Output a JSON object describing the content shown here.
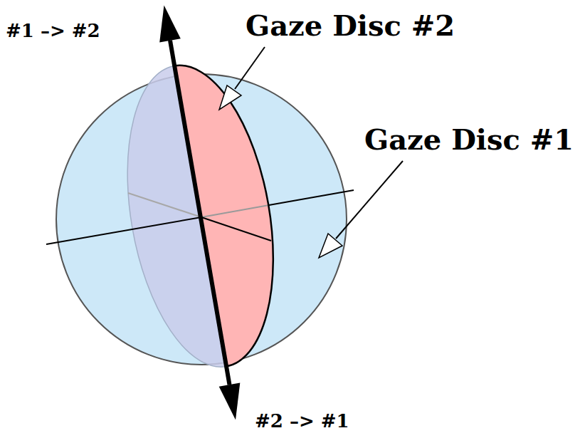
{
  "diagram": {
    "labels": [
      "#1 –> #2",
      "Gaze Disc #2",
      "Gaze Disc #1",
      "#2 –> #1"
    ]
  }
}
